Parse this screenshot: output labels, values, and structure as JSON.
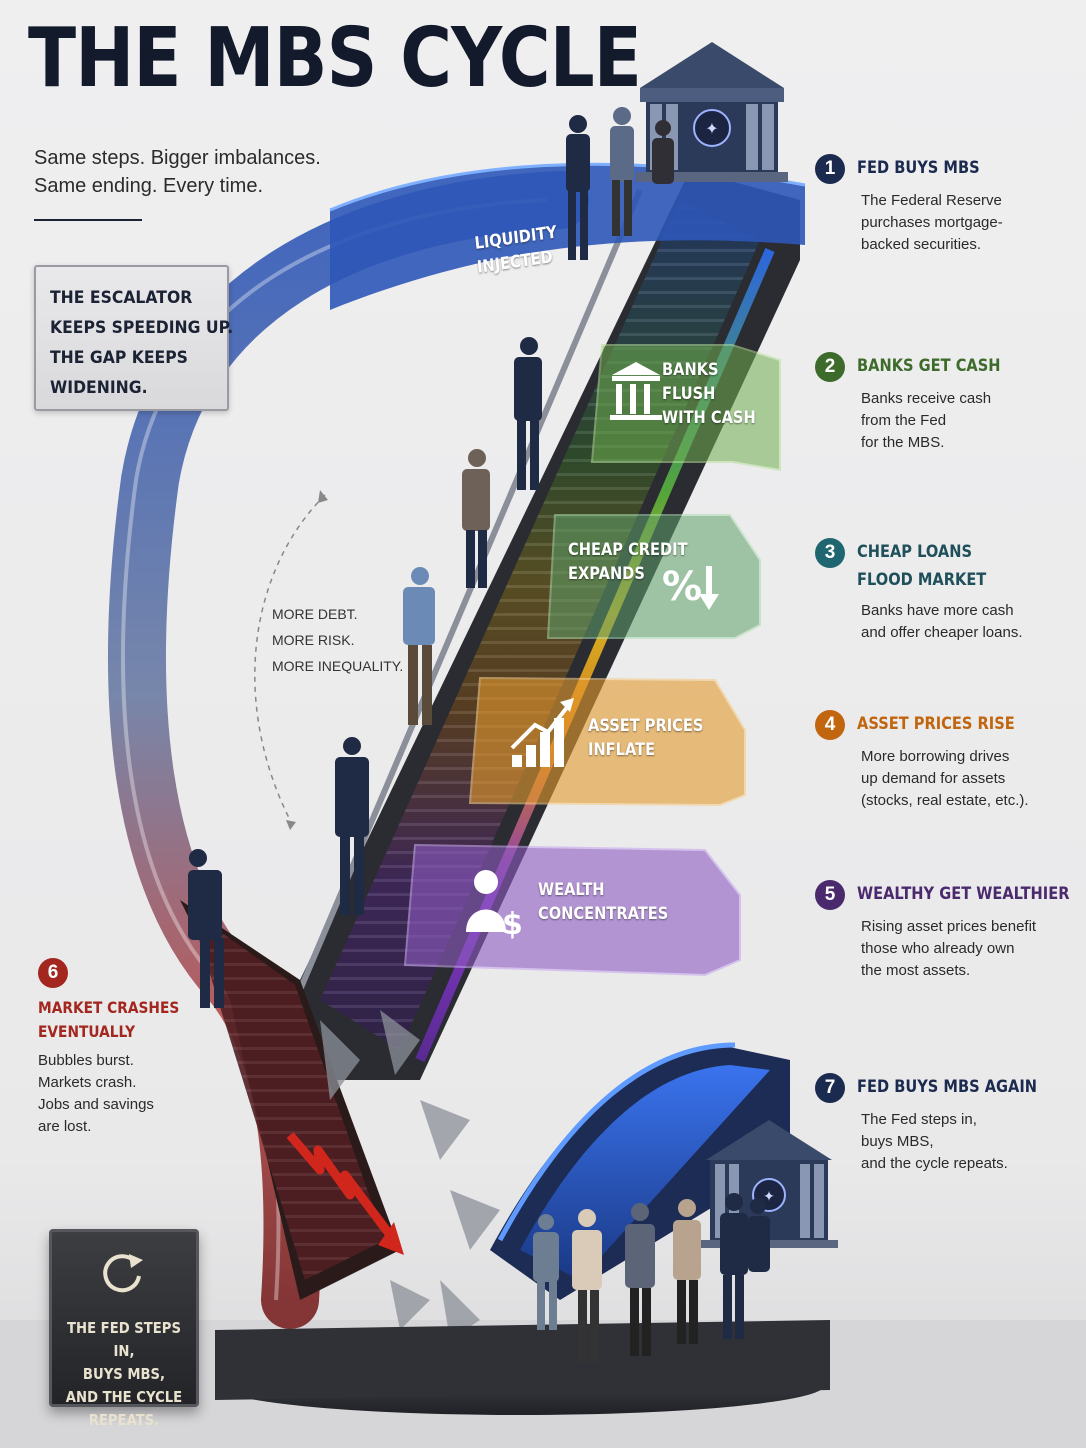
{
  "title": "THE MBS CYCLE",
  "subtitle": [
    "Same steps. Bigger imbalances.",
    "Same ending. Every time."
  ],
  "sign": [
    "THE ESCALATOR",
    "KEEPS SPEEDING UP.",
    "THE GAP KEEPS",
    "WIDENING."
  ],
  "panels": {
    "liquidity": [
      "LIQUIDITY",
      "INJECTED"
    ],
    "banks": [
      "BANKS",
      "FLUSH",
      "WITH CASH"
    ],
    "credit": [
      "CHEAP CREDIT",
      "EXPANDS"
    ],
    "assets": [
      "ASSET PRICES",
      "INFLATE"
    ],
    "wealth": [
      "WEALTH",
      "CONCENTRATES"
    ]
  },
  "notes": [
    "MORE DEBT.",
    "MORE RISK.",
    "MORE INEQUALITY."
  ],
  "steps": [
    {
      "num": "1",
      "label": "FED BUYS MBS",
      "color": "#1b2a4f",
      "desc": [
        "The Federal Reserve",
        "purchases mortgage-",
        "backed securities."
      ]
    },
    {
      "num": "2",
      "label": "BANKS GET CASH",
      "color": "#3d6b2b",
      "desc": [
        "Banks receive cash",
        "from the Fed",
        "for the MBS."
      ]
    },
    {
      "num": "3",
      "label": [
        "CHEAP LOANS",
        "FLOOD MARKET"
      ],
      "color": "#1f6670",
      "desc": [
        "Banks have more cash",
        "and offer cheaper loans."
      ]
    },
    {
      "num": "4",
      "label": "ASSET PRICES RISE",
      "color": "#c2650f",
      "desc": [
        "More borrowing drives",
        "up demand for assets",
        "(stocks, real estate, etc.)."
      ]
    },
    {
      "num": "5",
      "label": "WEALTHY GET WEALTHIER",
      "color": "#4a2a6d",
      "desc": [
        "Rising asset prices benefit",
        "those who already own",
        "the most assets."
      ]
    },
    {
      "num": "6",
      "label": [
        "MARKET CRASHES",
        "EVENTUALLY"
      ],
      "color": "#a3271f",
      "desc": [
        "Bubbles burst.",
        "Markets crash.",
        "Jobs and savings",
        "are lost."
      ]
    },
    {
      "num": "7",
      "label": "FED BUYS MBS AGAIN",
      "color": "#1b2a4f",
      "desc": [
        "The Fed steps in,",
        "buys MBS,",
        "and the cycle repeats."
      ]
    }
  ],
  "bottom_sign": [
    "THE FED STEPS IN,",
    "BUYS MBS,",
    "AND THE CYCLE",
    "REPEATS."
  ],
  "icon_names": [
    "bank-icon",
    "percent-down-icon",
    "growth-chart-icon",
    "person-dollar-icon",
    "cycle-arrow-icon",
    "fed-seal-icon",
    "crash-arrow-icon"
  ]
}
